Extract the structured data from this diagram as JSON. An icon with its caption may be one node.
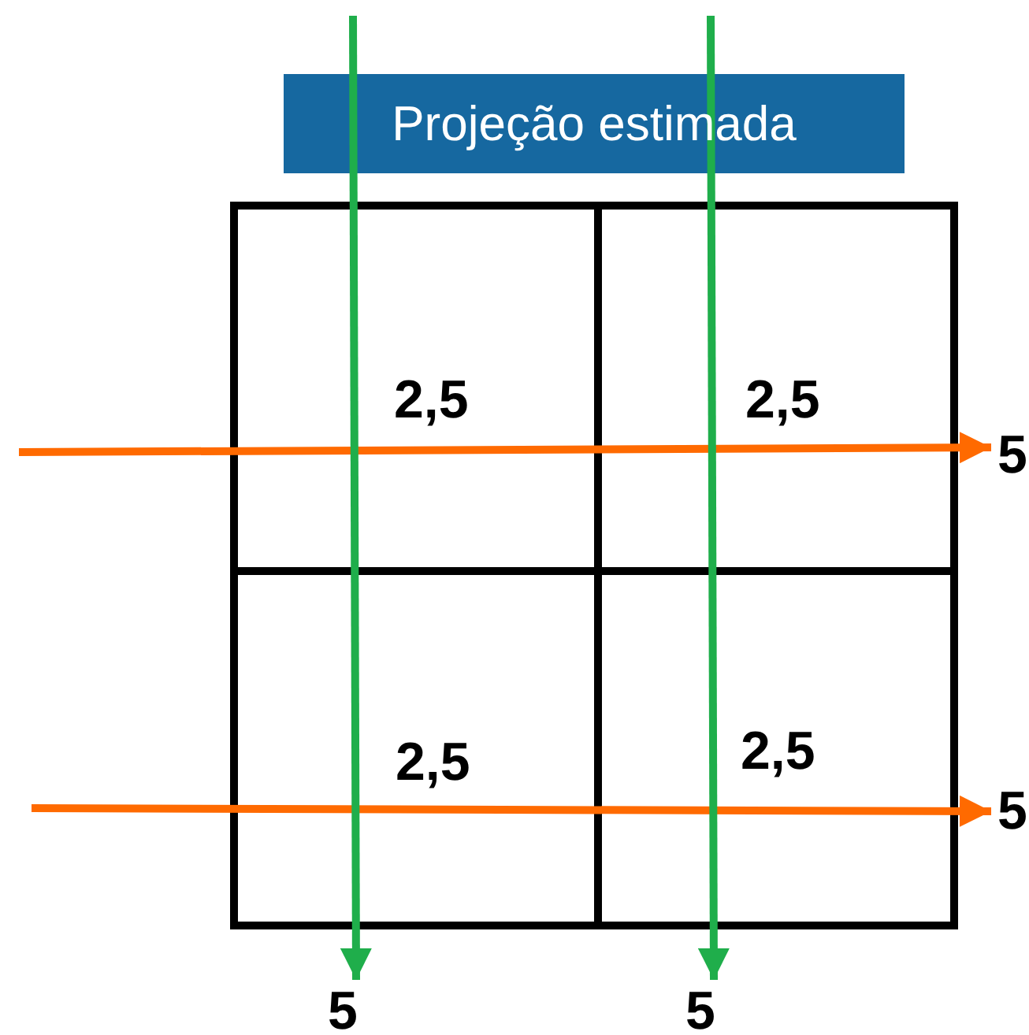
{
  "diagram": {
    "title": "Projeção estimada",
    "nodes": [
      {
        "text": [
          "2,5"
        ]
      },
      {
        "text": [
          "2,5"
        ]
      },
      {
        "text": [
          "2,5"
        ]
      },
      {
        "text": [
          "2,5"
        ]
      },
      {
        "text": [
          "5"
        ]
      },
      {
        "text": [
          "5"
        ]
      },
      {
        "text": [
          "5"
        ]
      },
      {
        "text": [
          "5"
        ]
      }
    ],
    "edges": [
      {
        "from": null,
        "to": 4,
        "arrow": "to",
        "color": "#ff6a00"
      },
      {
        "from": null,
        "to": 5,
        "arrow": "to",
        "color": "#ff6a00"
      },
      {
        "from": null,
        "to": 6,
        "arrow": "to",
        "color": "#1fae4b"
      },
      {
        "from": null,
        "to": 7,
        "arrow": "to",
        "color": "#1fae4b"
      }
    ]
  }
}
